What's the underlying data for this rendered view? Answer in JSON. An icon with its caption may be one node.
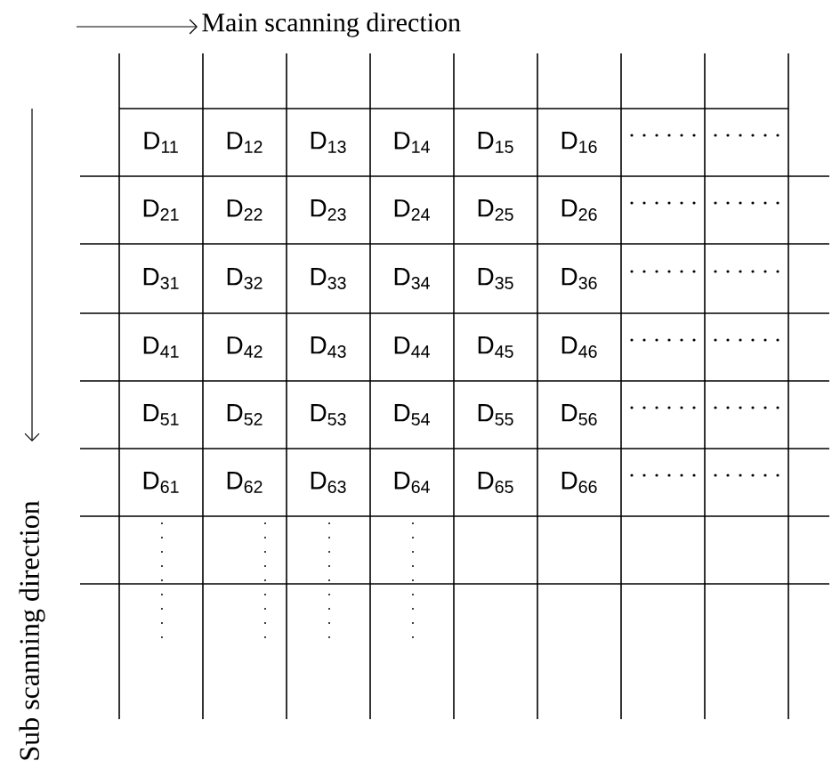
{
  "diagram": {
    "labels": [
      "Main scanning direction",
      "Sub scanning direction",
      "D$_{11}$",
      "D$_{12}$",
      "D$_{13}$",
      "D$_{14}$",
      "D$_{15}$",
      "D$_{16}$",
      "D$_{21}$",
      "D$_{22}$",
      "D$_{23}$",
      "D$_{24}$",
      "D$_{25}$",
      "D$_{26}$",
      "D$_{31}$",
      "D$_{32}$",
      "D$_{33}$",
      "D$_{34}$",
      "D$_{35}$",
      "D$_{36}$",
      "D$_{41}$",
      "D$_{42}$",
      "D$_{43}$",
      "D$_{44}$",
      "D$_{45}$",
      "D$_{46}$",
      "D$_{51}$",
      "D$_{52}$",
      "D$_{53}$",
      "D$_{54}$",
      "D$_{55}$",
      "D$_{56}$",
      "D$_{61}$",
      "D$_{62}$",
      "D$_{63}$",
      "D$_{64}$",
      "D$_{65}$",
      "D$_{66}$"
    ]
  }
}
